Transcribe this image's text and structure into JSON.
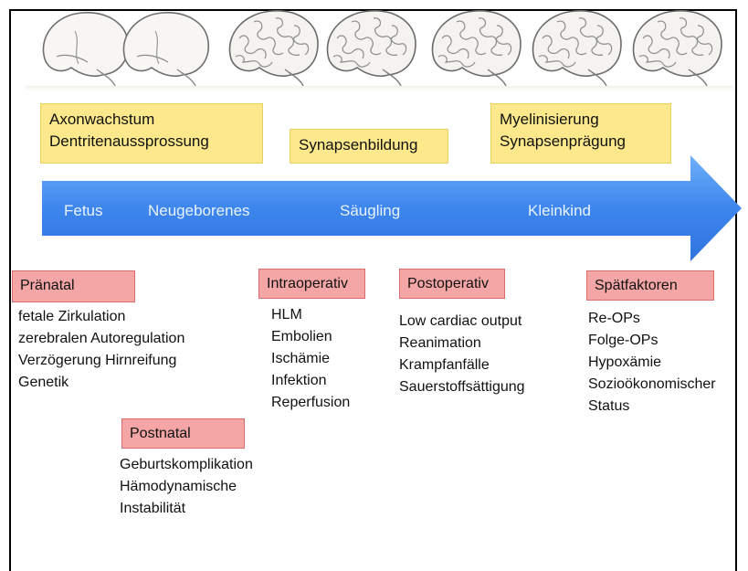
{
  "icons": {
    "brain_fetal": "brain-fetal-icon",
    "brain_mature": "brain-gyri-icon"
  },
  "colors": {
    "arrow": "#3b82f0",
    "arrow_light": "#6fb0f8",
    "phase_box_fill": "#fde98c",
    "factor_box_fill": "#f4a6a6",
    "factor_box_border": "#d86d6d"
  },
  "development_phases": [
    {
      "lines": [
        "Axonwachstum",
        "Dentritenaussprossung"
      ]
    },
    {
      "lines": [
        "Synapsenbildung"
      ]
    },
    {
      "lines": [
        "Myelinisierung",
        "Synapsenprägung"
      ]
    }
  ],
  "timeline": {
    "stages": [
      "Fetus",
      "Neugeborenes",
      "Säugling",
      "Kleinkind"
    ]
  },
  "factors": {
    "praenatal": {
      "title": "Pränatal",
      "items": [
        "fetale Zirkulation",
        "zerebralen Autoregulation",
        "Verzögerung Hirnreifung",
        "Genetik"
      ]
    },
    "postnatal": {
      "title": "Postnatal",
      "items": [
        "Geburtskomplikation",
        "Hämodynamische",
        "Instabilität"
      ]
    },
    "intraoperativ": {
      "title": "Intraoperativ",
      "items": [
        "HLM",
        "Embolien",
        "Ischämie",
        "Infektion",
        "Reperfusion"
      ]
    },
    "postoperativ": {
      "title": "Postoperativ",
      "items": [
        "Low cardiac output",
        "Reanimation",
        "Krampfanfälle",
        "Sauerstoffsättigung"
      ]
    },
    "spaetfaktoren": {
      "title": "Spätfaktoren",
      "items": [
        "Re-OPs",
        "Folge-OPs",
        "Hypoxämie",
        "Sozioökonomischer",
        "Status"
      ]
    }
  }
}
